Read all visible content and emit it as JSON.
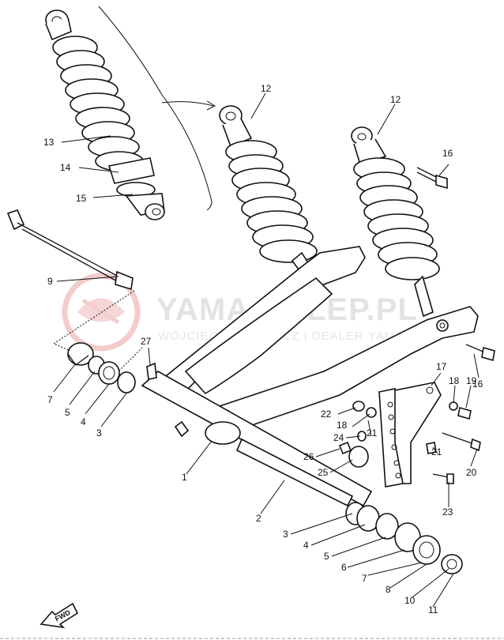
{
  "watermark": {
    "title": "YAMA-SKLEP.PL",
    "subtitle": "WOJCIECH JANOWICZ | DEALER YAMAHA",
    "color": "#e0e0e0",
    "logo_color": "#f2c6c6"
  },
  "fwd_label": "FWD",
  "callouts": [
    {
      "id": "c13a",
      "text": "13"
    },
    {
      "id": "c14",
      "text": "14"
    },
    {
      "id": "c15",
      "text": "15"
    },
    {
      "id": "c12a",
      "text": "12"
    },
    {
      "id": "c12b",
      "text": "12"
    },
    {
      "id": "c16a",
      "text": "16"
    },
    {
      "id": "c9",
      "text": "9"
    },
    {
      "id": "c27",
      "text": "27"
    },
    {
      "id": "c16b",
      "text": "16"
    },
    {
      "id": "c17",
      "text": "17"
    },
    {
      "id": "c18a",
      "text": "18"
    },
    {
      "id": "c19",
      "text": "19"
    },
    {
      "id": "c22",
      "text": "22"
    },
    {
      "id": "c18b",
      "text": "18"
    },
    {
      "id": "c21a",
      "text": "21"
    },
    {
      "id": "c24",
      "text": "24"
    },
    {
      "id": "c26",
      "text": "26"
    },
    {
      "id": "c25",
      "text": "25"
    },
    {
      "id": "c21b",
      "text": "21"
    },
    {
      "id": "c20",
      "text": "20"
    },
    {
      "id": "c23",
      "text": "23"
    },
    {
      "id": "c7a",
      "text": "7"
    },
    {
      "id": "c5a",
      "text": "5"
    },
    {
      "id": "c4a",
      "text": "4"
    },
    {
      "id": "c3a",
      "text": "3"
    },
    {
      "id": "c1",
      "text": "1"
    },
    {
      "id": "c2",
      "text": "2"
    },
    {
      "id": "c3b",
      "text": "3"
    },
    {
      "id": "c4b",
      "text": "4"
    },
    {
      "id": "c5b",
      "text": "5"
    },
    {
      "id": "c6",
      "text": "6"
    },
    {
      "id": "c7b",
      "text": "7"
    },
    {
      "id": "c8",
      "text": "8"
    },
    {
      "id": "c10",
      "text": "10"
    },
    {
      "id": "c11",
      "text": "11"
    }
  ]
}
